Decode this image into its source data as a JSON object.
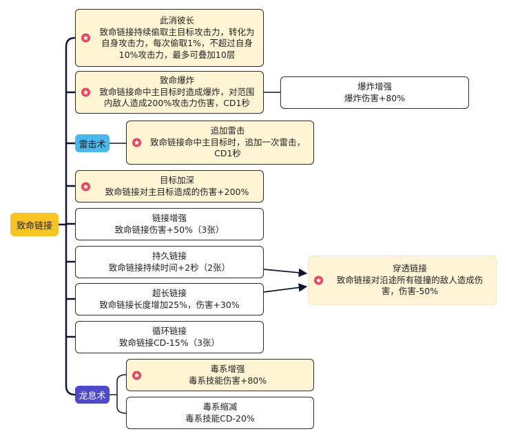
{
  "root": {
    "label": "致命链接"
  },
  "groups": {
    "thunder": "雷击术",
    "dragon": "龙息术"
  },
  "nodes": [
    {
      "title": "此消彼长",
      "desc": "致命链接持续偷取主目标攻击力，转化为自身攻击力，每次偷取1%，不超过自身10%攻击力，最多可叠加10层",
      "starred": true
    },
    {
      "title": "致命爆炸",
      "desc": "致命链接命中主目标时造成爆炸，对范围内敌人造成200%攻击力伤害，CD1秒",
      "starred": true
    },
    {
      "title": "爆炸增强",
      "desc": "爆炸伤害+80%",
      "starred": false
    },
    {
      "title": "追加雷击",
      "desc": "致命链接命中主目标时，追加一次雷击，CD1秒",
      "starred": true
    },
    {
      "title": "目标加深",
      "desc": "致命链接对主目标造成的伤害+200%",
      "starred": true
    },
    {
      "title": "链接增强",
      "desc": "致命链接伤害+50%（3张）",
      "starred": false
    },
    {
      "title": "持久链接",
      "desc": "致命链接持续时间+2秒（2张）",
      "starred": false
    },
    {
      "title": "超长链接",
      "desc": "致命链接长度增加25%，伤害+30%",
      "starred": false
    },
    {
      "title": "循环链接",
      "desc": "致命链接CD-15%（3张）",
      "starred": false
    },
    {
      "title": "穿透链接",
      "desc": "致命链接对沿途所有碰撞的敌人造成伤害，伤害-50%",
      "starred": true
    },
    {
      "title": "毒系增强",
      "desc": "毒系技能伤害+80%",
      "starred": true
    },
    {
      "title": "毒系缩减",
      "desc": "毒系技能CD-20%",
      "starred": false
    }
  ],
  "icons": {
    "star": "star-badge-icon"
  },
  "colors": {
    "root": "#f7c325",
    "thunder": "#4cb7ea",
    "dragon": "#4d49c8",
    "starred_fill": "#fff5d4",
    "star_badge": "#e8445a",
    "line": "#0e1330"
  }
}
